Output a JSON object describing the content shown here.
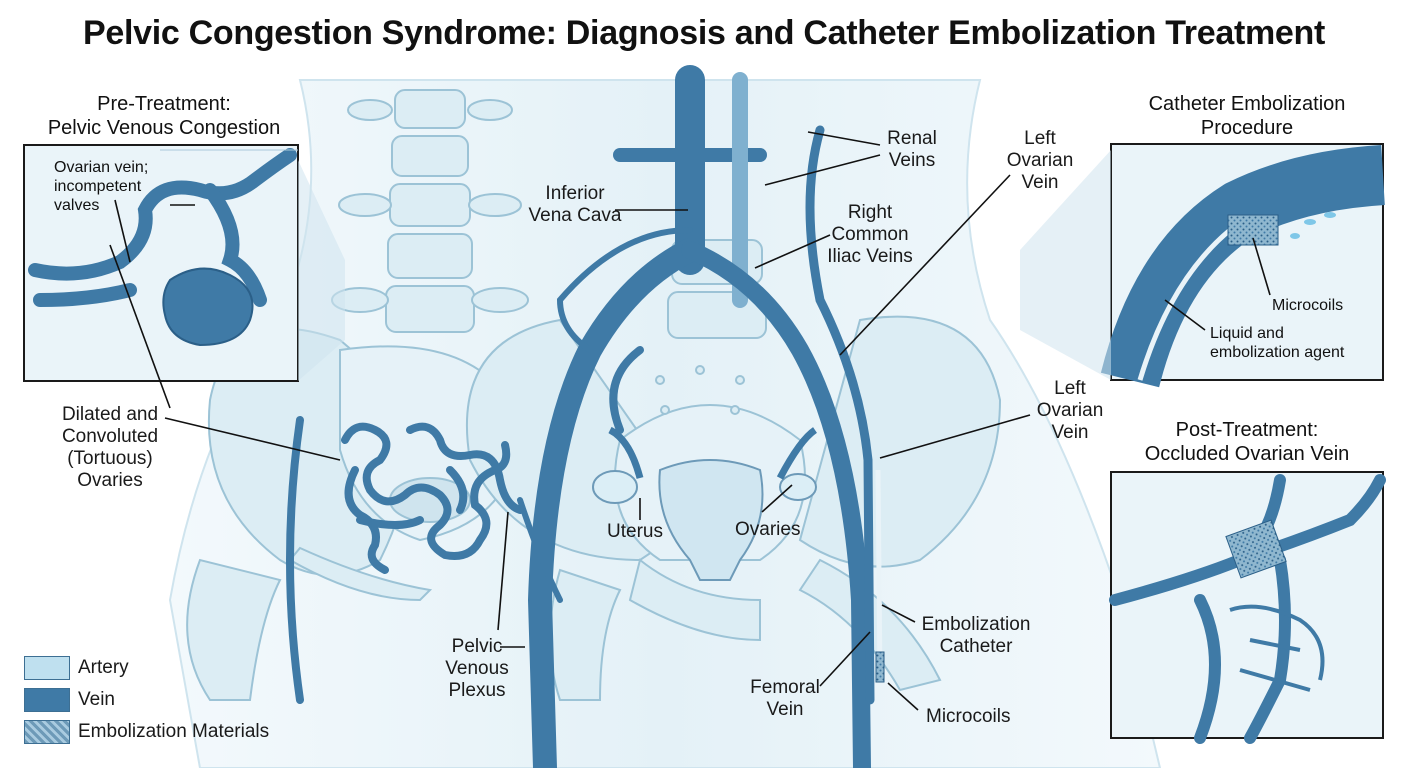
{
  "title": "Pelvic Congestion Syndrome: Diagnosis and Catheter Embolization Treatment",
  "panels": {
    "pre": {
      "title": "Pre-Treatment:\nPelvic Venous Congestion",
      "label": "Ovarian vein;\nincompetent\nvalves"
    },
    "procedure": {
      "title": "Catheter Embolization\nProcedure",
      "microcoils": "Microcoils",
      "liquid": "Liquid and\nembolization agent"
    },
    "post": {
      "title": "Post-Treatment:\nOccluded Ovarian Vein"
    }
  },
  "labels": {
    "dilated": "Dilated and\nConvoluted\n(Tortuous)\nOvaries",
    "ivc": "Inferior\nVena Cava",
    "renal": "Renal\nVeins",
    "left_ovarian_top": "Left\nOvarian\nVein",
    "right_common_iliac": "Right\nCommon\nIliac Veins",
    "left_ovarian_mid": "Left\nOvarian\nVein",
    "uterus": "Uterus",
    "ovaries": "Ovaries",
    "pelvic_plexus": "Pelvic\nVenous\nPlexus",
    "femoral": "Femoral\nVein",
    "emb_catheter": "Embolization\nCatheter",
    "microcoils": "Microcoils"
  },
  "legend": [
    {
      "label": "Artery",
      "color": "#bfe0ef"
    },
    {
      "label": "Vein",
      "color": "#3f7aa6"
    },
    {
      "label": "Embolization Materials",
      "color": "#6d9ab8"
    }
  ],
  "colors": {
    "vein": "#3f7aa6",
    "vein_dark": "#2b5f88",
    "bone": "#dcedf4",
    "bone_line": "#9cc3d6",
    "tissue": "#e8f3f8",
    "artery": "#bfe0ef"
  }
}
